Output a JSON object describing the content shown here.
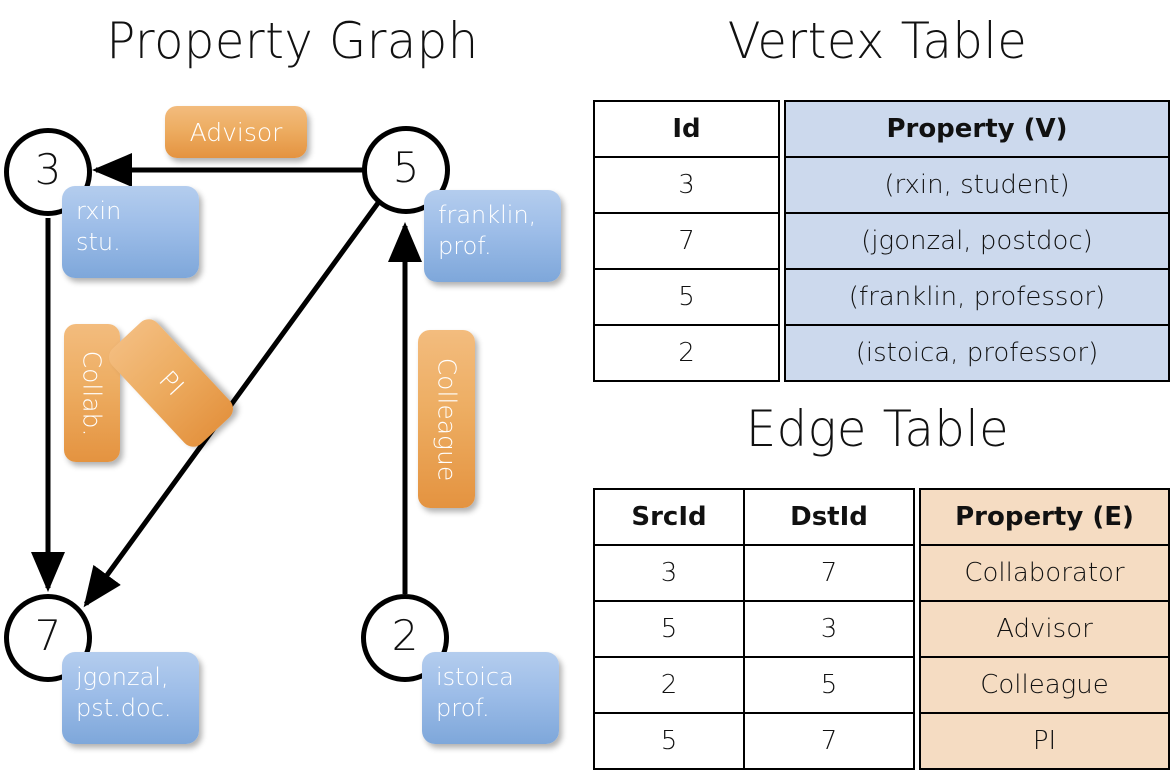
{
  "titles": {
    "property_graph": "Property Graph",
    "vertex_table": "Vertex Table",
    "edge_table": "Edge Table"
  },
  "graph": {
    "nodes": [
      {
        "id": "3",
        "property_line1": "rxin",
        "property_line2": "stu."
      },
      {
        "id": "5",
        "property_line1": "franklin,",
        "property_line2": "prof."
      },
      {
        "id": "7",
        "property_line1": "jgonzal,",
        "property_line2": "pst.doc."
      },
      {
        "id": "2",
        "property_line1": "istoica",
        "property_line2": "prof."
      }
    ],
    "edge_labels": [
      {
        "name": "advisor",
        "text": "Advisor"
      },
      {
        "name": "collaborator",
        "text": "Collab."
      },
      {
        "name": "pi",
        "text": "PI"
      },
      {
        "name": "colleague",
        "text": "Colleague"
      }
    ]
  },
  "vertex_table": {
    "headers": [
      "Id",
      "Property (V)"
    ],
    "rows": [
      [
        "3",
        "(rxin, student)"
      ],
      [
        "7",
        "(jgonzal, postdoc)"
      ],
      [
        "5",
        "(franklin, professor)"
      ],
      [
        "2",
        "(istoica, professor)"
      ]
    ]
  },
  "edge_table": {
    "headers": [
      "SrcId",
      "DstId",
      "Property (E)"
    ],
    "rows": [
      [
        "3",
        "7",
        "Collaborator"
      ],
      [
        "5",
        "3",
        "Advisor"
      ],
      [
        "2",
        "5",
        "Colleague"
      ],
      [
        "5",
        "7",
        "PI"
      ]
    ]
  },
  "colors": {
    "vertex_property_fill": "#ccd9ed",
    "edge_property_fill": "#f5dcc2",
    "node_box_blue": "#9dbde8",
    "edge_label_orange": "#edad62",
    "stroke": "#000000",
    "background": "#ffffff"
  }
}
